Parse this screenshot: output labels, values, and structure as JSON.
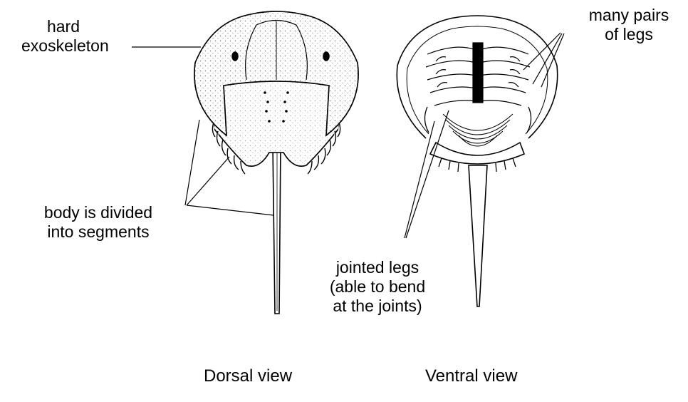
{
  "labels": {
    "exoskeleton": [
      "hard",
      "exoskeleton"
    ],
    "legs_pairs": [
      "many pairs",
      "of legs"
    ],
    "segments": [
      "body is divided",
      "into segments"
    ],
    "jointed": [
      "jointed legs",
      "(able to bend",
      "at the joints)"
    ]
  },
  "views": {
    "dorsal": "Dorsal view",
    "ventral": "Ventral view"
  }
}
